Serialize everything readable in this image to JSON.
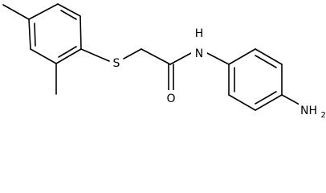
{
  "atoms": {
    "sulfur": "S",
    "oxygen": "O",
    "amide_n": "N",
    "amide_h": "H",
    "amine_n": "NH",
    "amine_sub": "2"
  }
}
